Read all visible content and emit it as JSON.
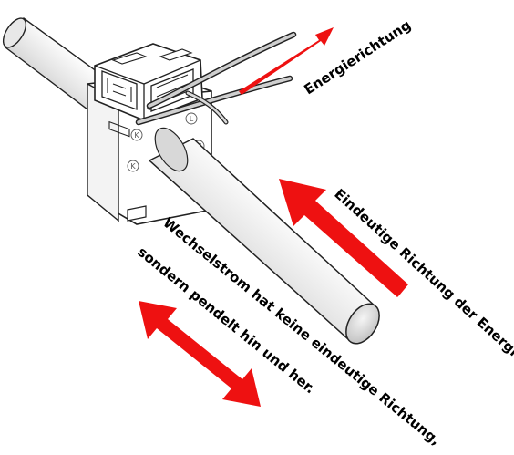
{
  "labels": {
    "energy_direction": "Energierichtung",
    "unique_direction": "Eindeutige Richtung der Energie",
    "ac_line1": "Wechselstrom hat keine eindeutige Richtung,",
    "ac_line2": "sondern pendelt hin und her."
  },
  "terminal_marks": {
    "k_upper": "K",
    "l_upper": "L",
    "k_lower": "K",
    "m_lower": "M"
  },
  "colors": {
    "arrow": "#ee1111",
    "outline": "#222222",
    "rod_light": "#f4f4f4",
    "rod_dark": "#9a9a9a",
    "body": "#ffffff"
  }
}
